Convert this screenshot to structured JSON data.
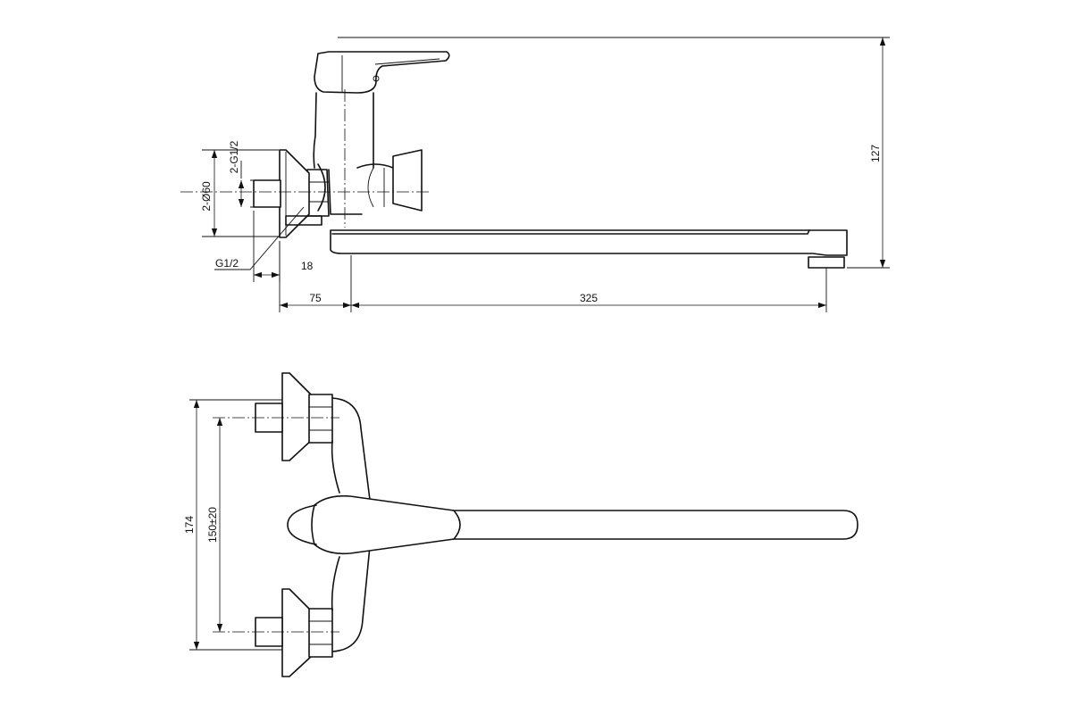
{
  "line_color": "#111111",
  "background": "#ffffff",
  "side_view": {
    "dimensions": {
      "inlet_thread": "2-G1/2",
      "flange_diameter": "2-Ø60",
      "outlet_thread": "G1/2",
      "body_offset": "18",
      "wall_to_body": "75",
      "spout_reach": "325",
      "height": "127"
    }
  },
  "top_view": {
    "dimensions": {
      "overall_width": "174",
      "inlet_spacing": "150±20"
    }
  }
}
